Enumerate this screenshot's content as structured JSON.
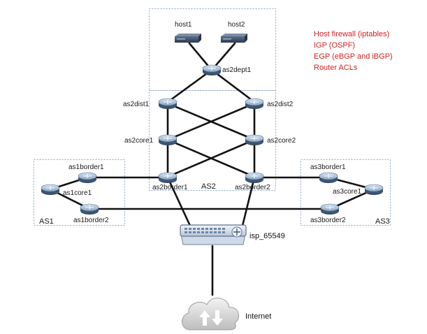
{
  "notes": {
    "line1": "Host firewall (iptables)",
    "line2": "IGP (OSPF)",
    "line3": "EGP (eBGP and iBGP)",
    "line4": "Router ACLs"
  },
  "zones": {
    "as1": "AS1",
    "as2": "AS2",
    "as3": "AS3"
  },
  "hosts": {
    "host1": "host1",
    "host2": "host2"
  },
  "routers": {
    "as2dept1": "as2dept1",
    "as2dist1": "as2dist1",
    "as2dist2": "as2dist2",
    "as2core1": "as2core1",
    "as2core2": "as2core2",
    "as2border1": "as2border1",
    "as2border2": "as2border2",
    "as1border1": "as1border1",
    "as1core1": "as1core1",
    "as1border2": "as1border2",
    "as3border1": "as3border1",
    "as3core1": "as3core1",
    "as3border2": "as3border2"
  },
  "isp": "isp_65549",
  "internet": "Internet"
}
